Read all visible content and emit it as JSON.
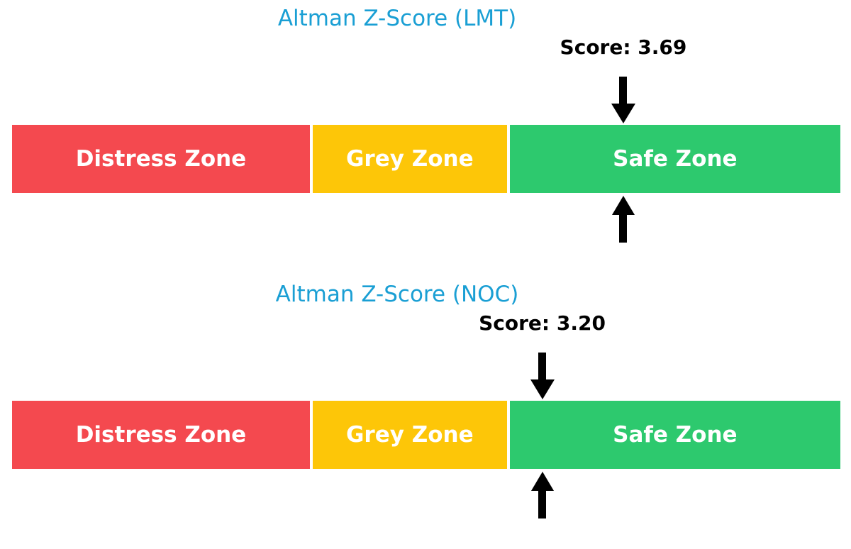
{
  "chart_data": [
    {
      "type": "bar",
      "subtype": "zone-indicator-bar",
      "title": "Altman Z-Score (LMT)",
      "title_color": "#1a9fd4",
      "score": 3.69,
      "score_label": "Score: 3.69",
      "axis_range": [
        0,
        5
      ],
      "grid": false,
      "legend": "none",
      "annotations": [
        "down-arrow above bar at score position",
        "up-arrow below bar at score position"
      ],
      "zones": [
        {
          "label": "Distress Zone",
          "range": [
            0,
            1.81
          ],
          "color": "#f4494f"
        },
        {
          "label": "Grey Zone",
          "range": [
            1.81,
            2.99
          ],
          "color": "#fdc608"
        },
        {
          "label": "Safe Zone",
          "range": [
            2.99,
            5.0
          ],
          "color": "#2dc96e"
        }
      ]
    },
    {
      "type": "bar",
      "subtype": "zone-indicator-bar",
      "title": "Altman Z-Score (NOC)",
      "title_color": "#1a9fd4",
      "score": 3.2,
      "score_label": "Score: 3.20",
      "axis_range": [
        0,
        5
      ],
      "grid": false,
      "legend": "none",
      "annotations": [
        "down-arrow above bar at score position",
        "up-arrow below bar at score position"
      ],
      "zones": [
        {
          "label": "Distress Zone",
          "range": [
            0,
            1.81
          ],
          "color": "#f4494f"
        },
        {
          "label": "Grey Zone",
          "range": [
            1.81,
            2.99
          ],
          "color": "#fdc608"
        },
        {
          "label": "Safe Zone",
          "range": [
            2.99,
            5.0
          ],
          "color": "#2dc96e"
        }
      ]
    }
  ],
  "colors": {
    "background": "#ffffff",
    "arrow": "#000000",
    "score_text": "#000000",
    "zone_text": "#ffffff"
  }
}
